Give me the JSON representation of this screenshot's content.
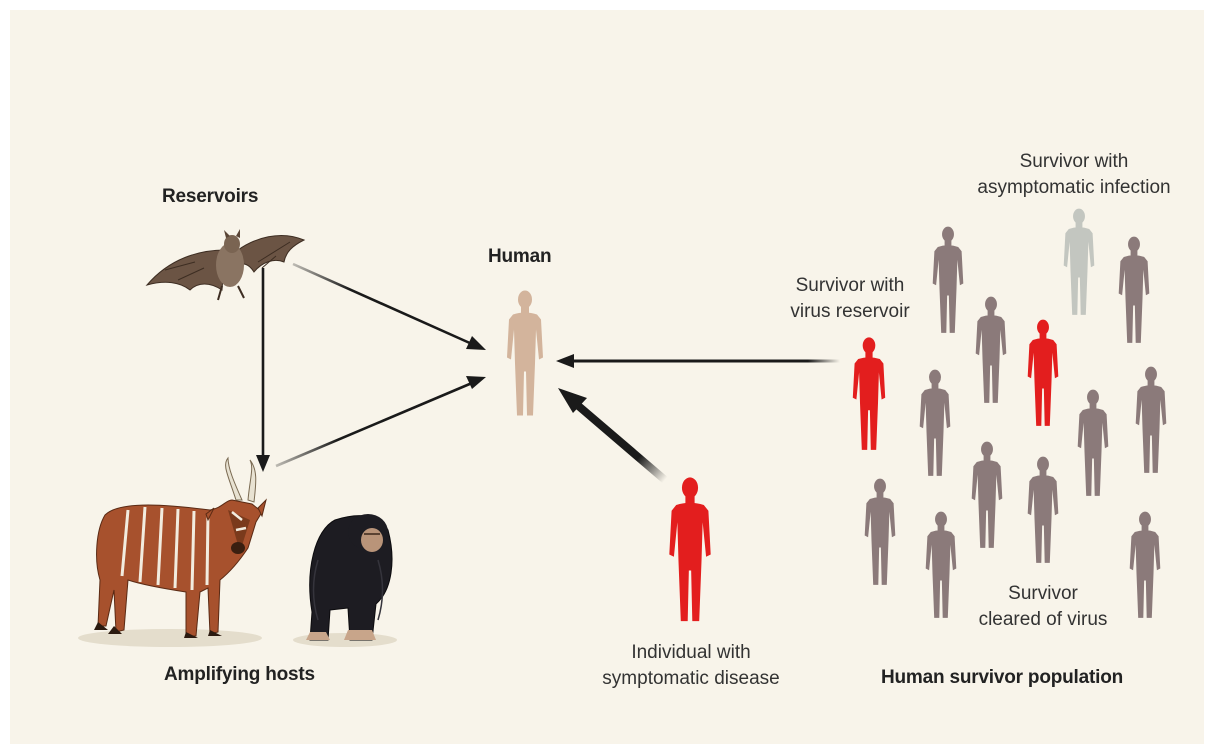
{
  "labels": {
    "reservoirs": "Reservoirs",
    "human": "Human",
    "amplifying_hosts": "Amplifying hosts",
    "survivor_virus_reservoir": "Survivor with\nvirus reservoir",
    "survivor_asymptomatic": "Survivor with\nasymptomatic infection",
    "individual_symptomatic": "Individual with\nsymptomatic disease",
    "survivor_cleared": "Survivor\ncleared of virus",
    "human_survivor_population": "Human survivor population"
  },
  "colors": {
    "background": "#f8f4ea",
    "human": "#d3b49c",
    "infected": "#e31e1e",
    "survivor_cleared": "#8b7a7a",
    "survivor_asymptomatic": "#c3c6c0",
    "arrow": "#1a1a1a"
  },
  "icons": {
    "reservoir": "bat-icon",
    "amplifying_host_1": "antelope-icon",
    "amplifying_host_2": "chimpanzee-icon"
  }
}
